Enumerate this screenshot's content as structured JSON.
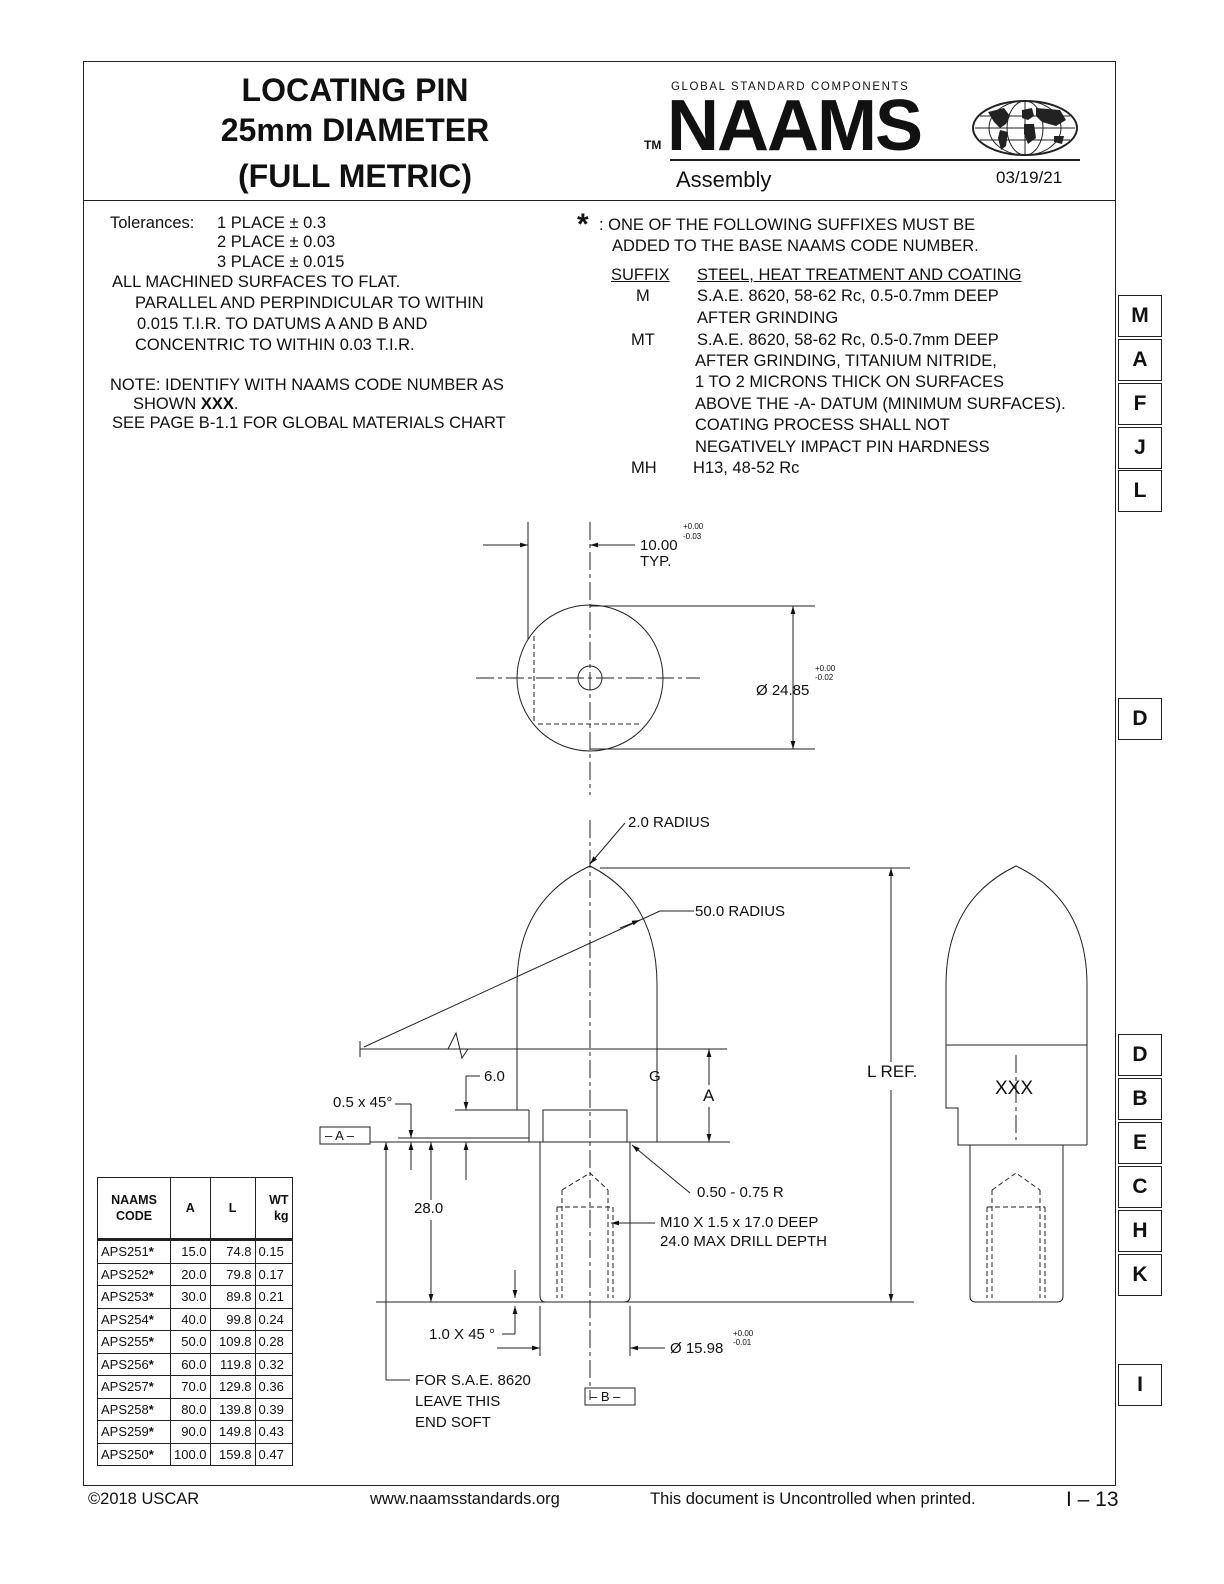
{
  "title": {
    "line1": "LOCATING PIN",
    "line2": "25mm DIAMETER",
    "line3": "(FULL METRIC)"
  },
  "logo": {
    "tagline": "GLOBAL STANDARD COMPONENTS",
    "tm": "TM",
    "brand": "NAAMS",
    "icon": "globe-icon"
  },
  "header": {
    "category": "Assembly",
    "date": "03/19/21"
  },
  "tolerances": {
    "label": "Tolerances:",
    "lines": [
      "1 PLACE ± 0.3",
      "2 PLACE ± 0.03",
      "3 PLACE ± 0.015"
    ]
  },
  "machining_note": [
    "ALL MACHINED SURFACES TO FLAT.",
    "PARALLEL AND PERPINDICULAR TO WITHIN",
    "0.015 T.I.R. TO DATUMS A AND B AND",
    "CONCENTRIC TO WITHIN 0.03 T.I.R."
  ],
  "identify_note": {
    "line1": "NOTE: IDENTIFY WITH NAAMS CODE NUMBER AS",
    "line2_prefix": "SHOWN ",
    "line2_bold": "XXX",
    "line2_suffix": "."
  },
  "materials_note": "SEE PAGE B-1.1 FOR GLOBAL MATERIALS CHART",
  "suffix_note": {
    "star": "*",
    "line1": ": ONE OF THE FOLLOWING SUFFIXES MUST BE",
    "line2": "ADDED TO THE BASE NAAMS CODE NUMBER.",
    "col_suffix": "SUFFIX",
    "col_desc": "STEEL, HEAT TREATMENT AND COATING",
    "rows": [
      {
        "code": "M",
        "desc": [
          "S.A.E. 8620, 58-62 Rc, 0.5-0.7mm DEEP",
          "AFTER GRINDING"
        ]
      },
      {
        "code": "MT",
        "desc": [
          "S.A.E. 8620, 58-62 Rc, 0.5-0.7mm DEEP",
          "AFTER GRINDING, TITANIUM NITRIDE,",
          "1 TO 2 MICRONS THICK ON SURFACES",
          "ABOVE THE -A- DATUM (MINIMUM SURFACES).",
          "COATING PROCESS SHALL NOT",
          "NEGATIVELY IMPACT PIN HARDNESS"
        ]
      },
      {
        "code": "MH",
        "desc": [
          "H13, 48-52 Rc"
        ]
      }
    ]
  },
  "side_tabs_top": [
    "M",
    "A",
    "F",
    "J",
    "L"
  ],
  "side_tab_mid": "D",
  "side_tabs_bottom": [
    "D",
    "B",
    "E",
    "C",
    "H",
    "K"
  ],
  "side_tab_last": "I",
  "dimensions": {
    "top_flat": "10.00",
    "top_flat_tol_plus": "+0.00",
    "top_flat_tol_minus": "-0.03",
    "typ": "TYP.",
    "diameter": "Ø 24.85",
    "diameter_tol_plus": "+0.00",
    "diameter_tol_minus": "-0.02",
    "tip_radius": "2.0 RADIUS",
    "nose_radius": "50.0 RADIUS",
    "step": "6.0",
    "chamfer_top": "0.5 x 45°",
    "datum_a": "– A –",
    "g": "G",
    "a": "A",
    "l_ref": "L REF.",
    "xxx": "XXX",
    "shank_len": "28.0",
    "fillet": "0.50 - 0.75 R",
    "thread_1": "M10 X 1.5 x 17.0 DEEP",
    "thread_2": "24.0 MAX DRILL DEPTH",
    "chamfer_bottom": "1.0 X 45 °",
    "shank_dia": "Ø 15.98",
    "shank_tol_plus": "+0.00",
    "shank_tol_minus": "-0.01",
    "soft_note": [
      "FOR S.A.E. 8620",
      "LEAVE THIS",
      "END SOFT"
    ],
    "datum_b": "– B –"
  },
  "table": {
    "headers": [
      "NAAMS CODE",
      "A",
      "L",
      "WT kg"
    ],
    "rows": [
      [
        "APS251",
        "15.0",
        "74.8",
        "0.15"
      ],
      [
        "APS252",
        "20.0",
        "79.8",
        "0.17"
      ],
      [
        "APS253",
        "30.0",
        "89.8",
        "0.21"
      ],
      [
        "APS254",
        "40.0",
        "99.8",
        "0.24"
      ],
      [
        "APS255",
        "50.0",
        "109.8",
        "0.28"
      ],
      [
        "APS256",
        "60.0",
        "119.8",
        "0.32"
      ],
      [
        "APS257",
        "70.0",
        "129.8",
        "0.36"
      ],
      [
        "APS258",
        "80.0",
        "139.8",
        "0.39"
      ],
      [
        "APS259",
        "90.0",
        "149.8",
        "0.43"
      ],
      [
        "APS250",
        "100.0",
        "159.8",
        "0.47"
      ]
    ],
    "star": "*"
  },
  "footer": {
    "copyright": "©2018 USCAR",
    "website": "www.naamsstandards.org",
    "disclaimer": "This document is Uncontrolled when printed.",
    "page": "I – 13"
  }
}
